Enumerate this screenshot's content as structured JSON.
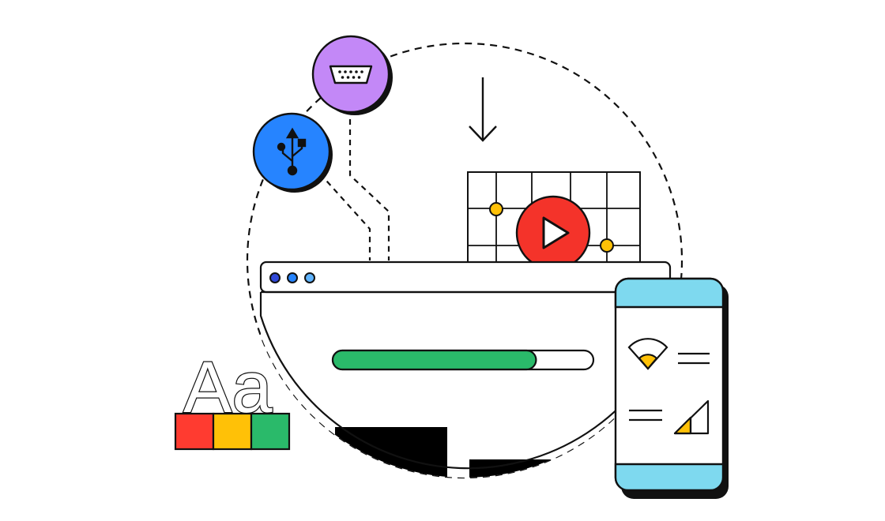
{
  "illustration": {
    "typography_sample": "Aa",
    "browser": {
      "window_dot_count": 3,
      "progress_fraction": 0.78
    },
    "connector_icons": [
      "usb-icon",
      "serial-port-icon"
    ],
    "media_icon": "play-icon",
    "phone_icons": [
      "wifi-signal-icon",
      "cellular-signal-icon"
    ],
    "colors": {
      "outline": "#111111",
      "usb_circle": "#2684ff",
      "serial_circle": "#c388f7",
      "play_circle": "#f4332a",
      "progress_fill": "#2aba6a",
      "phone_screen_bars": "#7ed9ef",
      "accent_yellow": "#ffc107",
      "palette": [
        "#ff3b30",
        "#ffc107",
        "#2aba6a"
      ]
    }
  }
}
